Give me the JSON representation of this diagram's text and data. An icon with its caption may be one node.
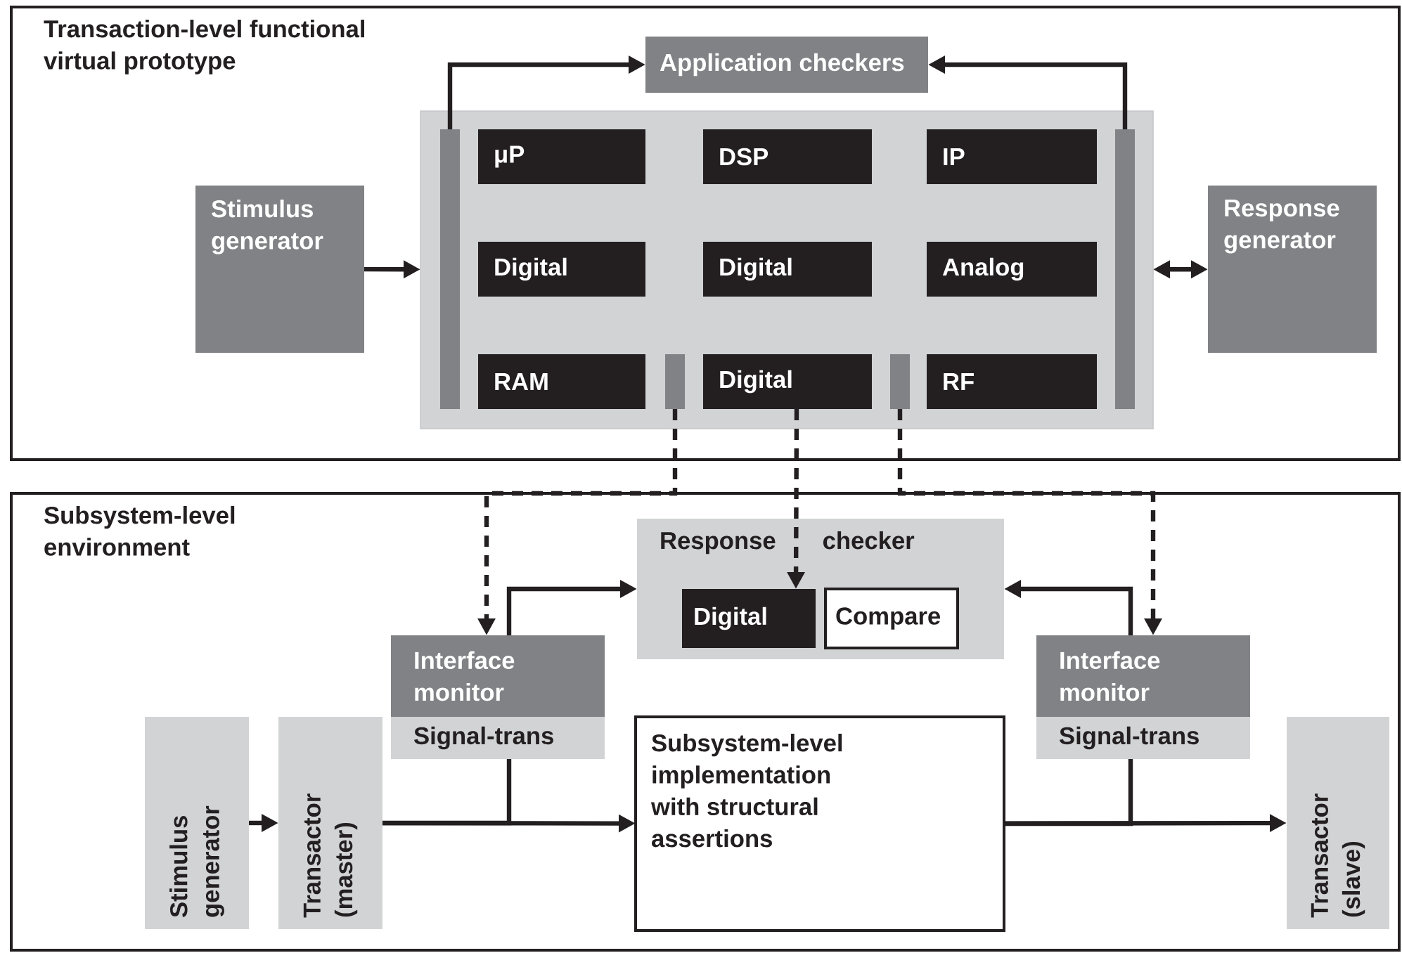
{
  "diagram": {
    "nodes": [
      {
        "text": [
          "Transaction-level functional virtual prototype"
        ]
      },
      {
        "text": [
          "Application checkers"
        ],
        "in": 0
      },
      {
        "text": [
          "Stimulus generator"
        ],
        "in": 0
      },
      {
        "text": [],
        "shape": "box",
        "in": 0
      },
      {
        "text": [],
        "shape": "bar",
        "in": 3
      },
      {
        "text": [
          "μP"
        ],
        "in": 3
      },
      {
        "text": [
          "DSP"
        ],
        "in": 3
      },
      {
        "text": [
          "IP"
        ],
        "in": 3
      },
      {
        "text": [
          "Digital"
        ],
        "in": 3
      },
      {
        "text": [
          "Digital"
        ],
        "in": 3
      },
      {
        "text": [
          "Analog"
        ],
        "in": 3
      },
      {
        "text": [
          "RAM"
        ],
        "in": 3
      },
      {
        "text": [],
        "shape": "bar",
        "in": 3
      },
      {
        "text": [
          "Digital"
        ],
        "in": 3
      },
      {
        "text": [],
        "shape": "bar",
        "in": 3
      },
      {
        "text": [
          "RF"
        ],
        "in": 3
      },
      {
        "text": [],
        "shape": "bar",
        "in": 3
      },
      {
        "text": [
          "Response generator"
        ],
        "in": 0
      },
      {
        "text": [
          "Subsystem-level environment"
        ]
      },
      {
        "text": [
          "Response checker"
        ],
        "in": 18
      },
      {
        "text": [
          "Digital"
        ],
        "in": 19
      },
      {
        "text": [
          "Compare"
        ],
        "in": 19
      },
      {
        "text": [
          "Interface monitor"
        ],
        "in": 18
      },
      {
        "text": [
          "Signal-trans"
        ],
        "in": 18
      },
      {
        "text": [
          "Interface monitor"
        ],
        "in": 18
      },
      {
        "text": [
          "Signal-trans"
        ],
        "in": 18
      },
      {
        "text": [
          "Stimulus generator"
        ],
        "in": 18
      },
      {
        "text": [
          "Transactor (master)"
        ],
        "in": 18
      },
      {
        "text": [
          "Subsystem-level implementation with structural assertions"
        ],
        "in": 18
      },
      {
        "text": [
          "Transactor (slave)"
        ],
        "in": 18
      }
    ],
    "edges": [
      {
        "from": 2,
        "to": 3,
        "arrow": "to"
      },
      {
        "from": 3,
        "to": 17,
        "arrow": "both"
      },
      {
        "from": 4,
        "to": 1,
        "arrow": "to"
      },
      {
        "from": 16,
        "to": 1,
        "arrow": "to"
      },
      {
        "from": 12,
        "to": 22,
        "arrow": "to",
        "style": "dashed"
      },
      {
        "from": 13,
        "to": 20,
        "arrow": "to",
        "style": "dashed"
      },
      {
        "from": 14,
        "to": 24,
        "arrow": "to",
        "style": "dashed"
      },
      {
        "from": 22,
        "to": 19,
        "arrow": "to"
      },
      {
        "from": 24,
        "to": 19,
        "arrow": "to"
      },
      {
        "from": 26,
        "to": 27,
        "arrow": "to"
      },
      {
        "from": 27,
        "to": 28,
        "arrow": "to"
      },
      {
        "from": 27,
        "to": 23,
        "arrow": "none"
      },
      {
        "from": 28,
        "to": 29,
        "arrow": "to"
      },
      {
        "from": 28,
        "to": 25,
        "arrow": "none"
      }
    ]
  }
}
